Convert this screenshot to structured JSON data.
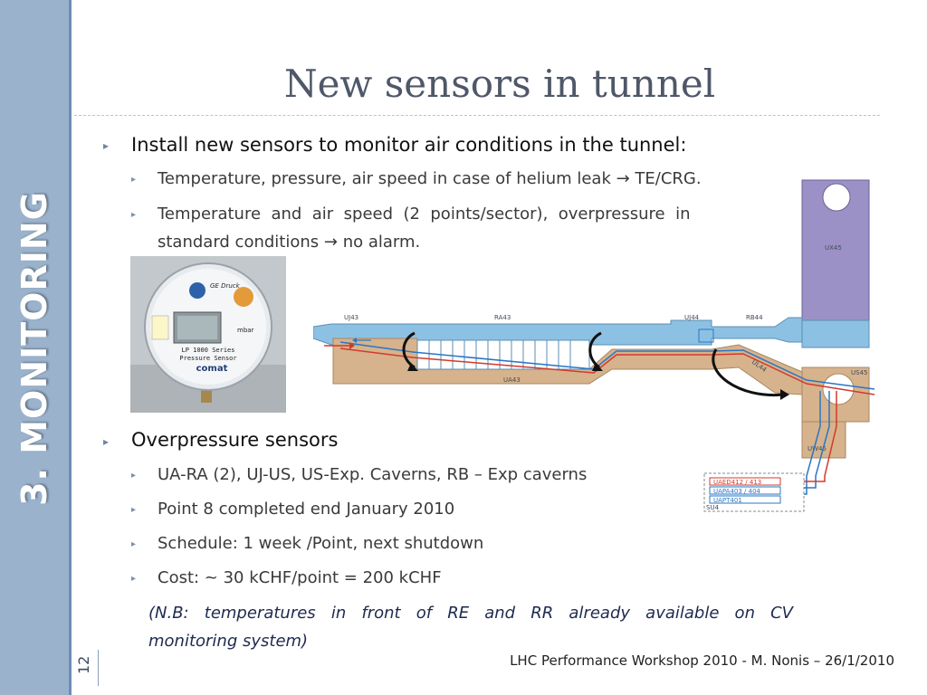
{
  "sidebar": {
    "section": "3. MONITORING"
  },
  "slide": {
    "title": "New sensors in tunnel",
    "page_number": "12"
  },
  "bullets": {
    "b1": {
      "text": "Install new sensors to monitor air conditions in the tunnel:",
      "sub1": "Temperature, pressure, air speed in case of helium leak → TE/CRG.",
      "sub2_line1": "Temperature  and  air  speed  (2  points/sector),  overpressure  in",
      "sub2_line2": "standard conditions → no alarm."
    },
    "b2": {
      "text": "Overpressure sensors",
      "items": [
        "UA-RA (2), UJ-US, US-Exp. Caverns, RB – Exp caverns",
        "Point 8 completed end January 2010",
        "Schedule: 1 week /Point, next shutdown",
        "Cost: ~ 30 kCHF/point = 200 kCHF"
      ]
    }
  },
  "note": {
    "line1": "(N.B: temperatures in front of RE and RR already available on CV",
    "line2": "monitoring system)"
  },
  "footer": {
    "text": "LHC Performance Workshop 2010 - M. Nonis – 26/1/2010"
  },
  "sensor_photo": {
    "brand": "GE Druck",
    "model_line1": "LP 1000 Series",
    "model_line2": "Pressure Sensor",
    "vendor": "comat",
    "unit": "mbar"
  },
  "diagram": {
    "labels": {
      "uj43": "UJ43",
      "ra43": "RA43",
      "ua43": "UA43",
      "uj44": "UJ44",
      "rb44": "RB44",
      "ul44": "UL44",
      "ux45": "UX45",
      "us45": "US45",
      "uw45": "UW45",
      "su4": "SU4"
    },
    "legend": [
      "UAED412 / 413",
      "UAPA403 / 404",
      "UAPT401"
    ],
    "colors": {
      "tunnel_blue": "#8dc1e3",
      "cavern_purple": "#9b91c6",
      "gallery_tan": "#d6b38c",
      "cable_red": "#d3392b",
      "cable_blue": "#2a76c5"
    }
  }
}
